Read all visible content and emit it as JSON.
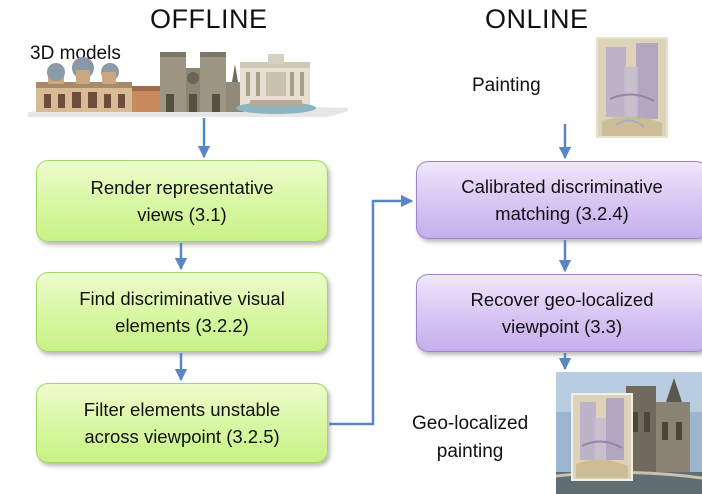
{
  "headings": {
    "offline": "OFFLINE",
    "online": "ONLINE"
  },
  "offline": {
    "models_label": "3D models",
    "steps": [
      {
        "line1": "Render representative",
        "line2": "views (3.1)"
      },
      {
        "line1": "Find discriminative visual",
        "line2": "elements (3.2.2)"
      },
      {
        "line1": "Filter elements unstable",
        "line2": "across viewpoint (3.2.5)"
      }
    ]
  },
  "online": {
    "painting_label": "Painting",
    "steps": [
      {
        "line1": "Calibrated discriminative",
        "line2": "matching (3.2.4)"
      },
      {
        "line1": "Recover geo-localized",
        "line2": "viewpoint (3.3)"
      }
    ],
    "result_label_line1": "Geo-localized",
    "result_label_line2": "painting"
  },
  "colors": {
    "arrow": "#5b86c5",
    "green_box": "#d7f7a2",
    "purple_box": "#d7c5f2"
  }
}
